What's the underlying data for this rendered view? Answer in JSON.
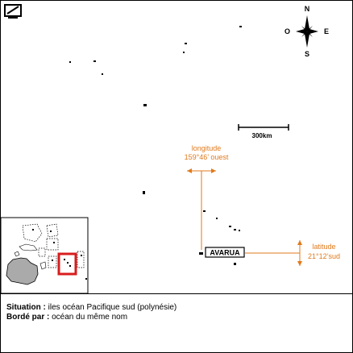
{
  "labels": {
    "capital": "AVARUA",
    "scale": "300km",
    "longitude_title": "longitude",
    "longitude_value": "159°46’ ouest",
    "latitude_title": "latitude",
    "latitude_value": "21°12’sud"
  },
  "compass": {
    "n": "N",
    "s": "S",
    "e": "E",
    "w": "O"
  },
  "info": {
    "situation_label": "Situation :",
    "situation_value": " iles océan Pacifique sud (polynésie)",
    "border_label": "Bordé par :",
    "border_value": " océan du même nom"
  },
  "colors": {
    "accent": "#e07a1c",
    "highlight": "#d81c1c",
    "land": "#aaaaaa"
  },
  "icons": {
    "toolbar": "edit-map-icon"
  }
}
